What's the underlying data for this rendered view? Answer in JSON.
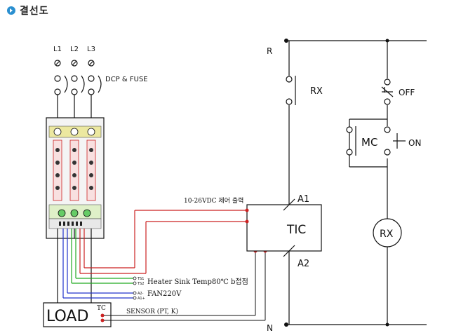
{
  "page": {
    "title": "결선도"
  },
  "labels": {
    "l1": "L1",
    "l2": "L2",
    "l3": "L3",
    "dcp_fuse": "DCP & FUSE",
    "r": "R",
    "n": "N",
    "rx_contact": "RX",
    "off": "OFF",
    "mc": "MC",
    "on": "ON",
    "rx_coil": "RX",
    "tic": "TIC",
    "a1": "A1",
    "a2": "A2",
    "control_out": "10-26VDC 제어 출력",
    "heater_note": "Heater Sink Temp80℃ b접점",
    "fan": "FAN220V",
    "sensor": "SENSOR  (PT, K)",
    "load": "LOAD",
    "tc": "TC",
    "term_ts1": "TS1",
    "term_ts2": "TS2",
    "term_a2": "A2-",
    "term_a1": "A1+"
  },
  "colors": {
    "wire_red": "#cc2222",
    "wire_green": "#22aa22",
    "wire_blue": "#2233cc",
    "wire_black": "#111111",
    "accent": "#2a8fd0"
  }
}
